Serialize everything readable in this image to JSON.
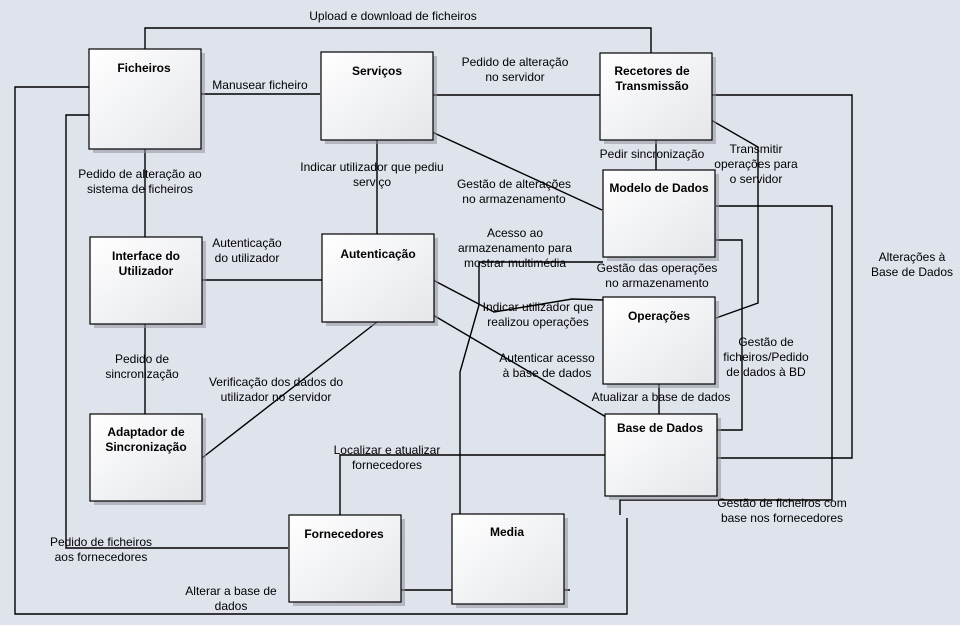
{
  "nodes": {
    "ficheiros": [
      "Ficheiros"
    ],
    "servicos": [
      "Serviços"
    ],
    "recetores": [
      "Recetores de",
      "Transmissão"
    ],
    "modelo": [
      "Modelo de Dados"
    ],
    "interface": [
      "Interface do",
      "Utilizador"
    ],
    "autenticacao": [
      "Autenticação"
    ],
    "operacoes": [
      "Operações"
    ],
    "adaptador": [
      "Adaptador de",
      "Sincronização"
    ],
    "base": [
      "Base de Dados"
    ],
    "fornecedores": [
      "Fornecedores"
    ],
    "media": [
      "Media"
    ]
  },
  "edges": {
    "upload": [
      "Upload e download de ficheiros"
    ],
    "manusear": [
      "Manusear ficheiro"
    ],
    "pedido_servidor": [
      "Pedido de alteração",
      "no servidor"
    ],
    "pedir_sync": [
      "Pedir sincronização"
    ],
    "transmitir": [
      "Transmitir",
      "operações para",
      "o servidor"
    ],
    "pedido_alteracao_fs": [
      "Pedido de alteração ao",
      "sistema de ficheiros"
    ],
    "indicar_servico": [
      "Indicar utilizador que pediu",
      "serviço"
    ],
    "gestao_alteracoes": [
      "Gestão de alterações",
      "no armazenamento"
    ],
    "alteracoes_bd": [
      "Alterações à",
      "Base de Dados"
    ],
    "autenticacao_utilizador": [
      "Autenticação",
      "do utilizador"
    ],
    "acesso_multimedia": [
      "Acesso ao",
      "armazenamento para",
      "mostrar multimédia"
    ],
    "gestao_operacoes": [
      "Gestão das operações",
      "no armazenamento"
    ],
    "indicar_operacoes": [
      "Indicar utilizador que",
      "realizou operações"
    ],
    "gestao_ficheiros_bd": [
      "Gestão de",
      "ficheiros/Pedido",
      "de dados à BD"
    ],
    "pedido_sync": [
      "Pedido de",
      "sincronização"
    ],
    "verificacao": [
      "Verificação dos dados do",
      "utilizador no servidor"
    ],
    "autenticar_acesso": [
      "Autenticar acesso",
      "à base de dados"
    ],
    "atualizar_bd": [
      "Atualizar a base de dados"
    ],
    "localizar": [
      "Localizar e atualizar",
      "fornecedores"
    ],
    "gestao_fornecedores": [
      "Gestão de ficheiros com",
      "base nos fornecedores"
    ],
    "pedido_ficheiros": [
      "Pedido de ficheiros",
      "aos fornecedores"
    ],
    "alterar_bd": [
      "Alterar a base de",
      "dados"
    ]
  }
}
